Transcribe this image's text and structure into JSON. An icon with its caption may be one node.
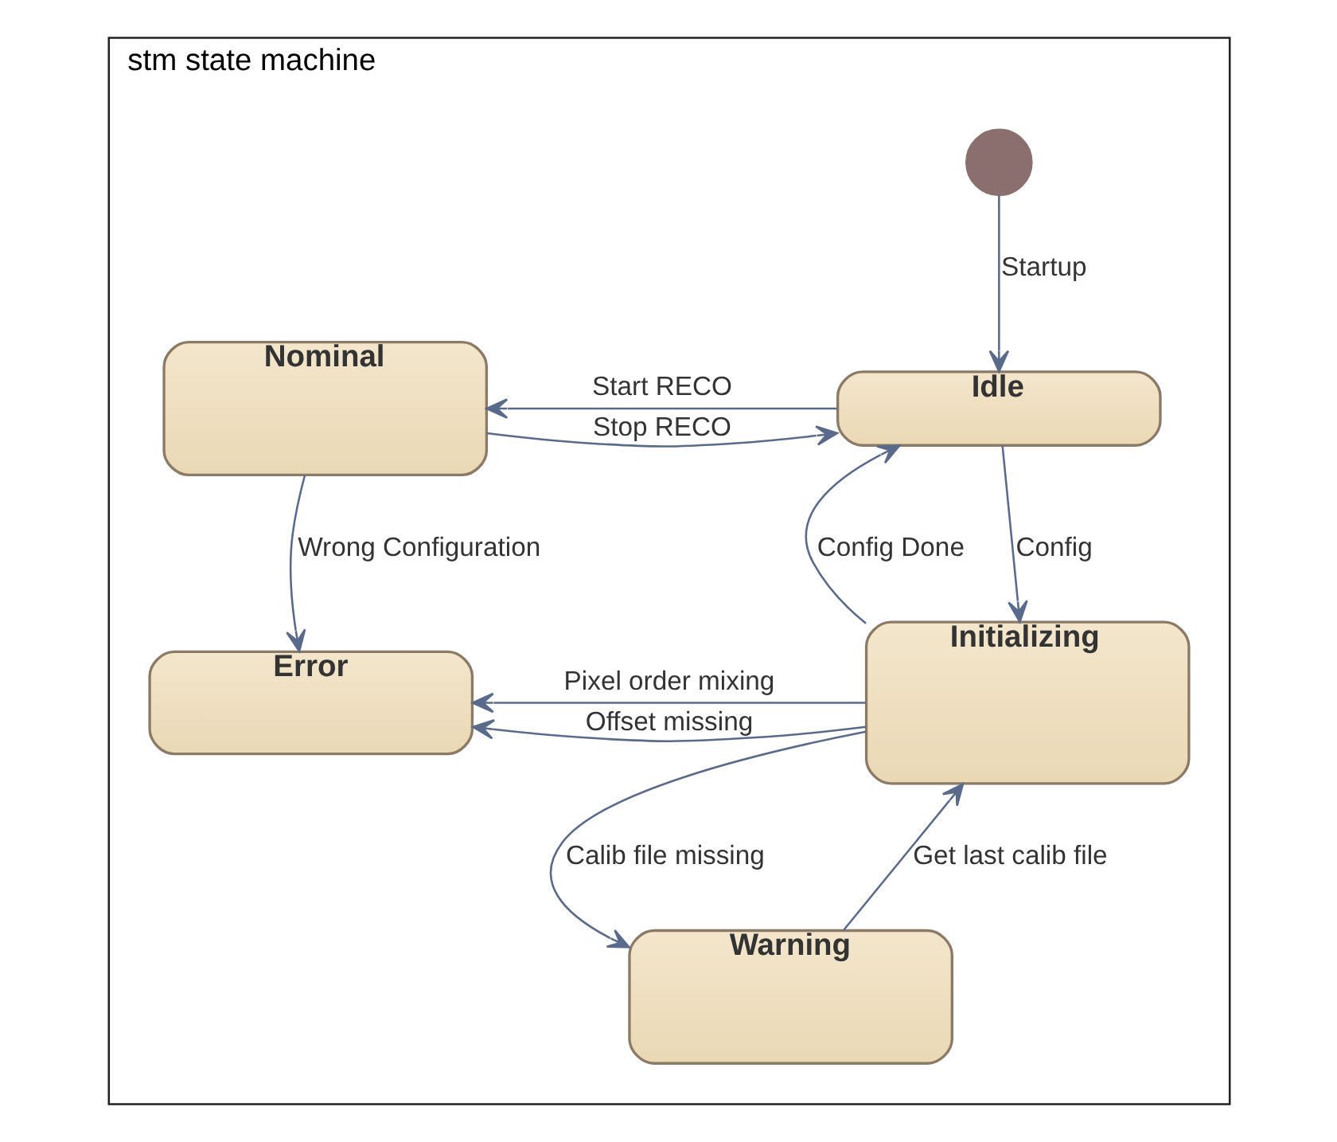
{
  "diagram": {
    "nodes": [
      {
        "text": [
          "stm state machine"
        ]
      },
      {
        "text": [],
        "shape": "circle",
        "in": 0
      },
      {
        "text": [
          "Idle"
        ],
        "in": 0
      },
      {
        "text": [
          "Nominal"
        ],
        "in": 0
      },
      {
        "text": [
          "Initializing"
        ],
        "in": 0
      },
      {
        "text": [
          "Error"
        ],
        "in": 0
      },
      {
        "text": [
          "Warning"
        ],
        "in": 0
      }
    ],
    "edges": [
      {
        "from": 1,
        "to": 2,
        "arrow": "to",
        "label": "Startup"
      },
      {
        "from": 2,
        "to": 3,
        "arrow": "to",
        "label": "Start RECO"
      },
      {
        "from": 3,
        "to": 2,
        "arrow": "to",
        "label": "Stop RECO"
      },
      {
        "from": 2,
        "to": 4,
        "arrow": "to",
        "label": "Config"
      },
      {
        "from": 4,
        "to": 2,
        "arrow": "to",
        "label": "Config Done"
      },
      {
        "from": 3,
        "to": 5,
        "arrow": "to",
        "label": "Wrong Configuration"
      },
      {
        "from": 4,
        "to": 5,
        "arrow": "to",
        "label": "Pixel order mixing"
      },
      {
        "from": 4,
        "to": 5,
        "arrow": "to",
        "label": "Offset missing"
      },
      {
        "from": 4,
        "to": 6,
        "arrow": "to",
        "label": "Calib file missing"
      },
      {
        "from": 6,
        "to": 4,
        "arrow": "to",
        "label": "Get last calib file"
      }
    ]
  }
}
